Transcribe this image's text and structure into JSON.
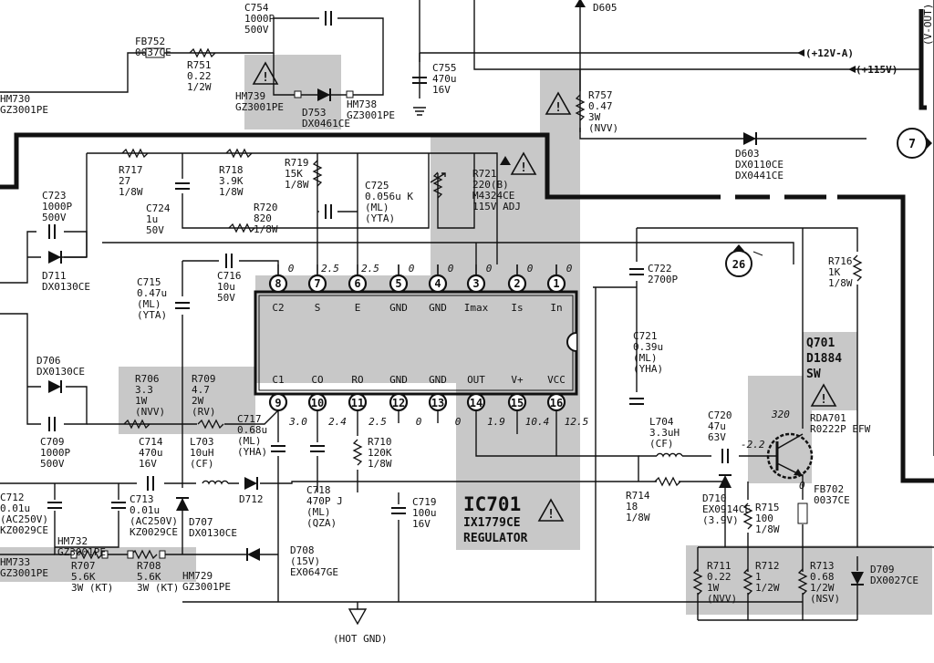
{
  "nets": {
    "p12": "(+12V-A)",
    "p115": "(+115V)",
    "vout": "(V-OUT)",
    "hot_gnd": "(HOT GND)",
    "d605": "D605"
  },
  "ic": {
    "ref": "IC701",
    "part": "IX1779CE",
    "desc": "REGULATOR",
    "top_pins": [
      {
        "num": "8",
        "name": "C2",
        "volt": "0"
      },
      {
        "num": "7",
        "name": "S",
        "volt": "2.5"
      },
      {
        "num": "6",
        "name": "E",
        "volt": "2.5"
      },
      {
        "num": "5",
        "name": "GND",
        "volt": "0"
      },
      {
        "num": "4",
        "name": "GND",
        "volt": "0"
      },
      {
        "num": "3",
        "name": "Imax",
        "volt": "0"
      },
      {
        "num": "2",
        "name": "Is",
        "volt": "0"
      },
      {
        "num": "1",
        "name": "In",
        "volt": "0"
      }
    ],
    "bottom_pins": [
      {
        "num": "9",
        "name": "C1",
        "volt": "3.0"
      },
      {
        "num": "10",
        "name": "CO",
        "volt": "2.4"
      },
      {
        "num": "11",
        "name": "RO",
        "volt": "2.5"
      },
      {
        "num": "12",
        "name": "GND",
        "volt": "0"
      },
      {
        "num": "13",
        "name": "GND",
        "volt": "0"
      },
      {
        "num": "14",
        "name": "OUT",
        "volt": "1.9"
      },
      {
        "num": "15",
        "name": "V+",
        "volt": "10.4"
      },
      {
        "num": "16",
        "name": "VCC",
        "volt": "12.5"
      }
    ]
  },
  "transistor": {
    "ref": "Q701",
    "part": "D1884",
    "mode": "SW",
    "base_v": "-2.2",
    "coll_v": "320",
    "emit_v": "0"
  },
  "connectors": {
    "c7": "7",
    "c26": "26"
  },
  "components": [
    {
      "ref": "FB752",
      "lines": [
        "0037CE"
      ]
    },
    {
      "ref": "C754",
      "lines": [
        "1000P",
        "500V"
      ]
    },
    {
      "ref": "R751",
      "lines": [
        "0.22",
        "1/2W"
      ]
    },
    {
      "ref": "HM730",
      "lines": [
        "GZ3001PE"
      ]
    },
    {
      "ref": "HM739",
      "lines": [
        "GZ3001PE"
      ]
    },
    {
      "ref": "D753",
      "lines": [
        "DX0461CE"
      ]
    },
    {
      "ref": "HM738",
      "lines": [
        "GZ3001PE"
      ]
    },
    {
      "ref": "C755",
      "lines": [
        "470u",
        "16V"
      ]
    },
    {
      "ref": "R757",
      "lines": [
        "0.47",
        "3W",
        "(NVV)"
      ]
    },
    {
      "ref": "D603",
      "lines": [
        "DX0110CE",
        "DX0441CE"
      ]
    },
    {
      "ref": "R717",
      "lines": [
        "27",
        "1/8W"
      ]
    },
    {
      "ref": "R718",
      "lines": [
        "3.9K",
        "1/8W"
      ]
    },
    {
      "ref": "R719",
      "lines": [
        "15K",
        "1/8W"
      ]
    },
    {
      "ref": "C725",
      "lines": [
        "0.056u K",
        "(ML)",
        "(YTA)"
      ]
    },
    {
      "ref": "R721",
      "lines": [
        "220(B)",
        "M4324CE",
        "115V ADJ"
      ]
    },
    {
      "ref": "C723",
      "lines": [
        "1000P",
        "500V"
      ]
    },
    {
      "ref": "C724",
      "lines": [
        "1u",
        "50V"
      ]
    },
    {
      "ref": "R720",
      "lines": [
        "820",
        "1/8W"
      ]
    },
    {
      "ref": "D711",
      "lines": [
        "DX0130CE"
      ]
    },
    {
      "ref": "C716",
      "lines": [
        "10u",
        "50V"
      ]
    },
    {
      "ref": "C715",
      "lines": [
        "0.47u",
        "(ML)",
        "(YTA)"
      ]
    },
    {
      "ref": "C722",
      "lines": [
        "2700P"
      ]
    },
    {
      "ref": "R716",
      "lines": [
        "1K",
        "1/8W"
      ]
    },
    {
      "ref": "D706",
      "lines": [
        "DX0130CE"
      ]
    },
    {
      "ref": "C721",
      "lines": [
        "0.39u",
        "(ML)",
        "(YHA)"
      ]
    },
    {
      "ref": "R706",
      "lines": [
        "3.3",
        "1W",
        "(NVV)"
      ]
    },
    {
      "ref": "R709",
      "lines": [
        "4.7",
        "2W",
        "(RV)"
      ]
    },
    {
      "ref": "C709",
      "lines": [
        "1000P",
        "500V"
      ]
    },
    {
      "ref": "C717",
      "lines": [
        "0.68u",
        "(ML)",
        "(YHA)"
      ]
    },
    {
      "ref": "C714",
      "lines": [
        "470u",
        "16V"
      ]
    },
    {
      "ref": "L703",
      "lines": [
        "10uH",
        "(CF)"
      ]
    },
    {
      "ref": "R710",
      "lines": [
        "120K",
        "1/8W"
      ]
    },
    {
      "ref": "L704",
      "lines": [
        "3.3uH",
        "(CF)"
      ]
    },
    {
      "ref": "C720",
      "lines": [
        "47u",
        "63V"
      ]
    },
    {
      "ref": "RDA701",
      "lines": [
        "R0222P EFW"
      ]
    },
    {
      "ref": "C712",
      "lines": [
        "0.01u",
        "(AC250V)",
        "KZ0029CE"
      ]
    },
    {
      "ref": "C713",
      "lines": [
        "0.01u",
        "(AC250V)",
        "KZ0029CE"
      ]
    },
    {
      "ref": "D707",
      "lines": [
        "DX0130CE"
      ]
    },
    {
      "ref": "D712",
      "lines": []
    },
    {
      "ref": "C718",
      "lines": [
        "470P J",
        "(ML)",
        "(QZA)"
      ]
    },
    {
      "ref": "C719",
      "lines": [
        "100u",
        "16V"
      ]
    },
    {
      "ref": "R714",
      "lines": [
        "18",
        "1/8W"
      ]
    },
    {
      "ref": "D710",
      "lines": [
        "EX0914CE",
        "(3.9V)"
      ]
    },
    {
      "ref": "FB702",
      "lines": [
        "0037CE"
      ]
    },
    {
      "ref": "HM732",
      "lines": [
        "GZ3001PE"
      ]
    },
    {
      "ref": "HM733",
      "lines": [
        "GZ3001PE"
      ]
    },
    {
      "ref": "HM729",
      "lines": [
        "GZ3001PE"
      ]
    },
    {
      "ref": "D708",
      "lines": [
        "(15V)",
        "EX0647GE"
      ]
    },
    {
      "ref": "R707",
      "lines": [
        "5.6K",
        "3W (KT)"
      ]
    },
    {
      "ref": "R708",
      "lines": [
        "5.6K",
        "3W (KT)"
      ]
    },
    {
      "ref": "R715",
      "lines": [
        "100",
        "1/8W"
      ]
    },
    {
      "ref": "R711",
      "lines": [
        "0.22",
        "1W",
        "(NVV)"
      ]
    },
    {
      "ref": "R712",
      "lines": [
        "1",
        "1/2W"
      ]
    },
    {
      "ref": "R713",
      "lines": [
        "0.68",
        "1/2W",
        "(NSV)"
      ]
    },
    {
      "ref": "D709",
      "lines": [
        "DX0027CE"
      ]
    }
  ]
}
